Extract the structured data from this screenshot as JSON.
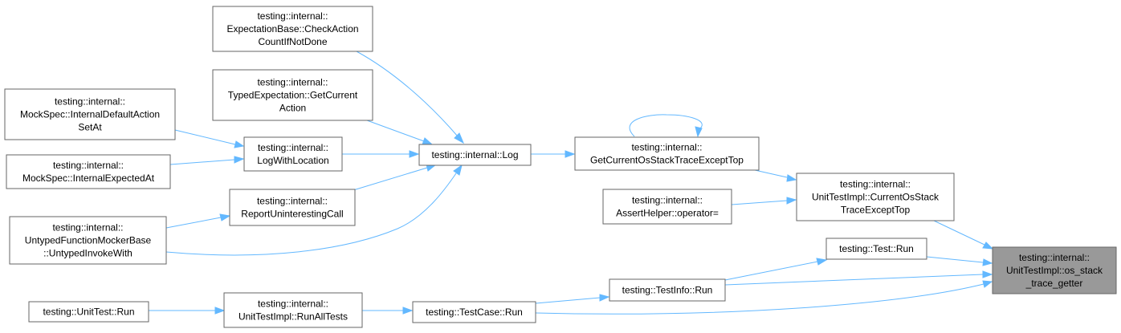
{
  "nodes": [
    {
      "id": "n0",
      "lines": [
        "testing::internal::",
        "ExpectationBase::CheckAction",
        "CountIfNotDone"
      ]
    },
    {
      "id": "n1",
      "lines": [
        "testing::internal::",
        "TypedExpectation::GetCurrent",
        "Action"
      ]
    },
    {
      "id": "n2",
      "lines": [
        "testing::internal::",
        "MockSpec::InternalDefaultAction",
        "SetAt"
      ]
    },
    {
      "id": "n3",
      "lines": [
        "testing::internal::",
        "MockSpec::InternalExpectedAt"
      ]
    },
    {
      "id": "n4",
      "lines": [
        "testing::internal::",
        "LogWithLocation"
      ]
    },
    {
      "id": "n5",
      "lines": [
        "testing::internal::",
        "ReportUninterestingCall"
      ]
    },
    {
      "id": "n6",
      "lines": [
        "testing::internal::",
        "UntypedFunctionMockerBase",
        "::UntypedInvokeWith"
      ]
    },
    {
      "id": "n7",
      "lines": [
        "testing::internal::Log"
      ]
    },
    {
      "id": "n8",
      "lines": [
        "testing::internal::",
        "GetCurrentOsStackTraceExceptTop"
      ]
    },
    {
      "id": "n9",
      "lines": [
        "testing::internal::",
        "AssertHelper::operator="
      ]
    },
    {
      "id": "n10",
      "lines": [
        "testing::internal::",
        "UnitTestImpl::CurrentOsStack",
        "TraceExceptTop"
      ]
    },
    {
      "id": "n11",
      "lines": [
        "testing::Test::Run"
      ]
    },
    {
      "id": "n12",
      "lines": [
        "testing::TestInfo::Run"
      ]
    },
    {
      "id": "n13",
      "lines": [
        "testing::UnitTest::Run"
      ]
    },
    {
      "id": "n14",
      "lines": [
        "testing::internal::",
        "UnitTestImpl::RunAllTests"
      ]
    },
    {
      "id": "n15",
      "lines": [
        "testing::TestCase::Run"
      ]
    },
    {
      "id": "n16",
      "lines": [
        "testing::internal::",
        "UnitTestImpl::os_stack",
        "_trace_getter"
      ],
      "root": true
    }
  ],
  "colors": {
    "edge": "#63b8ff",
    "root_fill": "#999999",
    "node_border": "#666666"
  }
}
